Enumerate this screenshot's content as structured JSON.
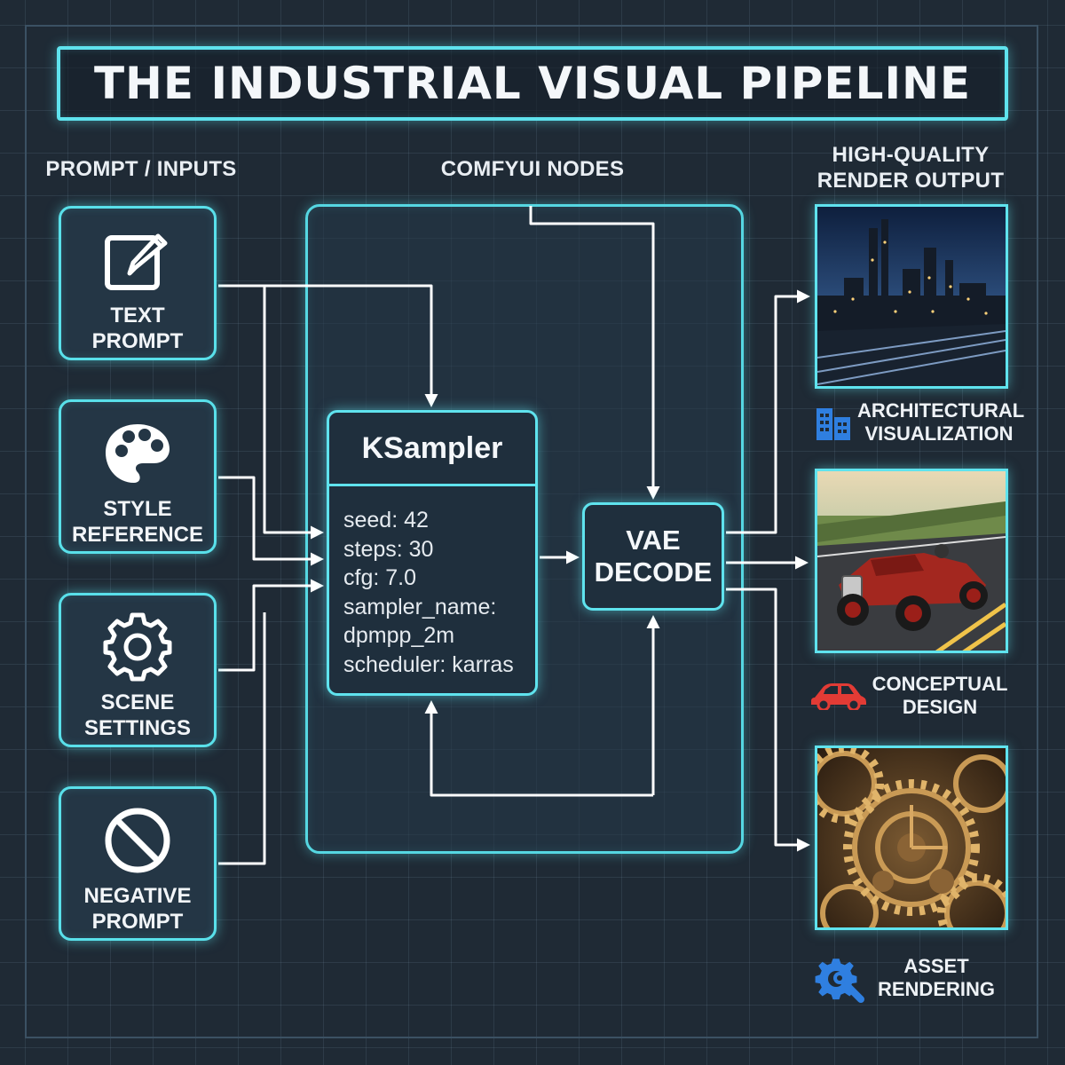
{
  "title": "THE INDUSTRIAL VISUAL PIPELINE",
  "columns": {
    "inputs": "PROMPT / INPUTS",
    "nodes": "COMFYUI NODES",
    "output": "HIGH-QUALITY\nRENDER OUTPUT"
  },
  "inputs": [
    {
      "label": "TEXT\nPROMPT",
      "icon": "edit-pencil-icon"
    },
    {
      "label": "STYLE\nREFERENCE",
      "icon": "palette-icon"
    },
    {
      "label": "SCENE\nSETTINGS",
      "icon": "gear-icon"
    },
    {
      "label": "NEGATIVE\nPROMPT",
      "icon": "prohibited-icon"
    }
  ],
  "ksampler": {
    "title": "KSampler",
    "params": [
      "seed: 42",
      "steps: 30",
      "cfg: 7.0",
      "sampler_name:",
      "dpmpp_2m",
      "scheduler: karras"
    ]
  },
  "vae": {
    "label": "VAE\nDECODE"
  },
  "outputs": [
    {
      "label": "ARCHITECTURAL\nVISUALIZATION",
      "icon": "buildings-icon",
      "icon_color": "#2f7fe0",
      "image": "industrial-plant-night"
    },
    {
      "label": "CONCEPTUAL\nDESIGN",
      "icon": "car-icon",
      "icon_color": "#e23b35",
      "image": "vintage-race-car"
    },
    {
      "label": "ASSET\nRENDERING",
      "icon": "gear-wrench-icon",
      "icon_color": "#2f7fe0",
      "image": "brass-gears"
    }
  ],
  "colors": {
    "accent": "#5fe3ee",
    "background": "#1f2a35",
    "wire": "#ffffff"
  }
}
